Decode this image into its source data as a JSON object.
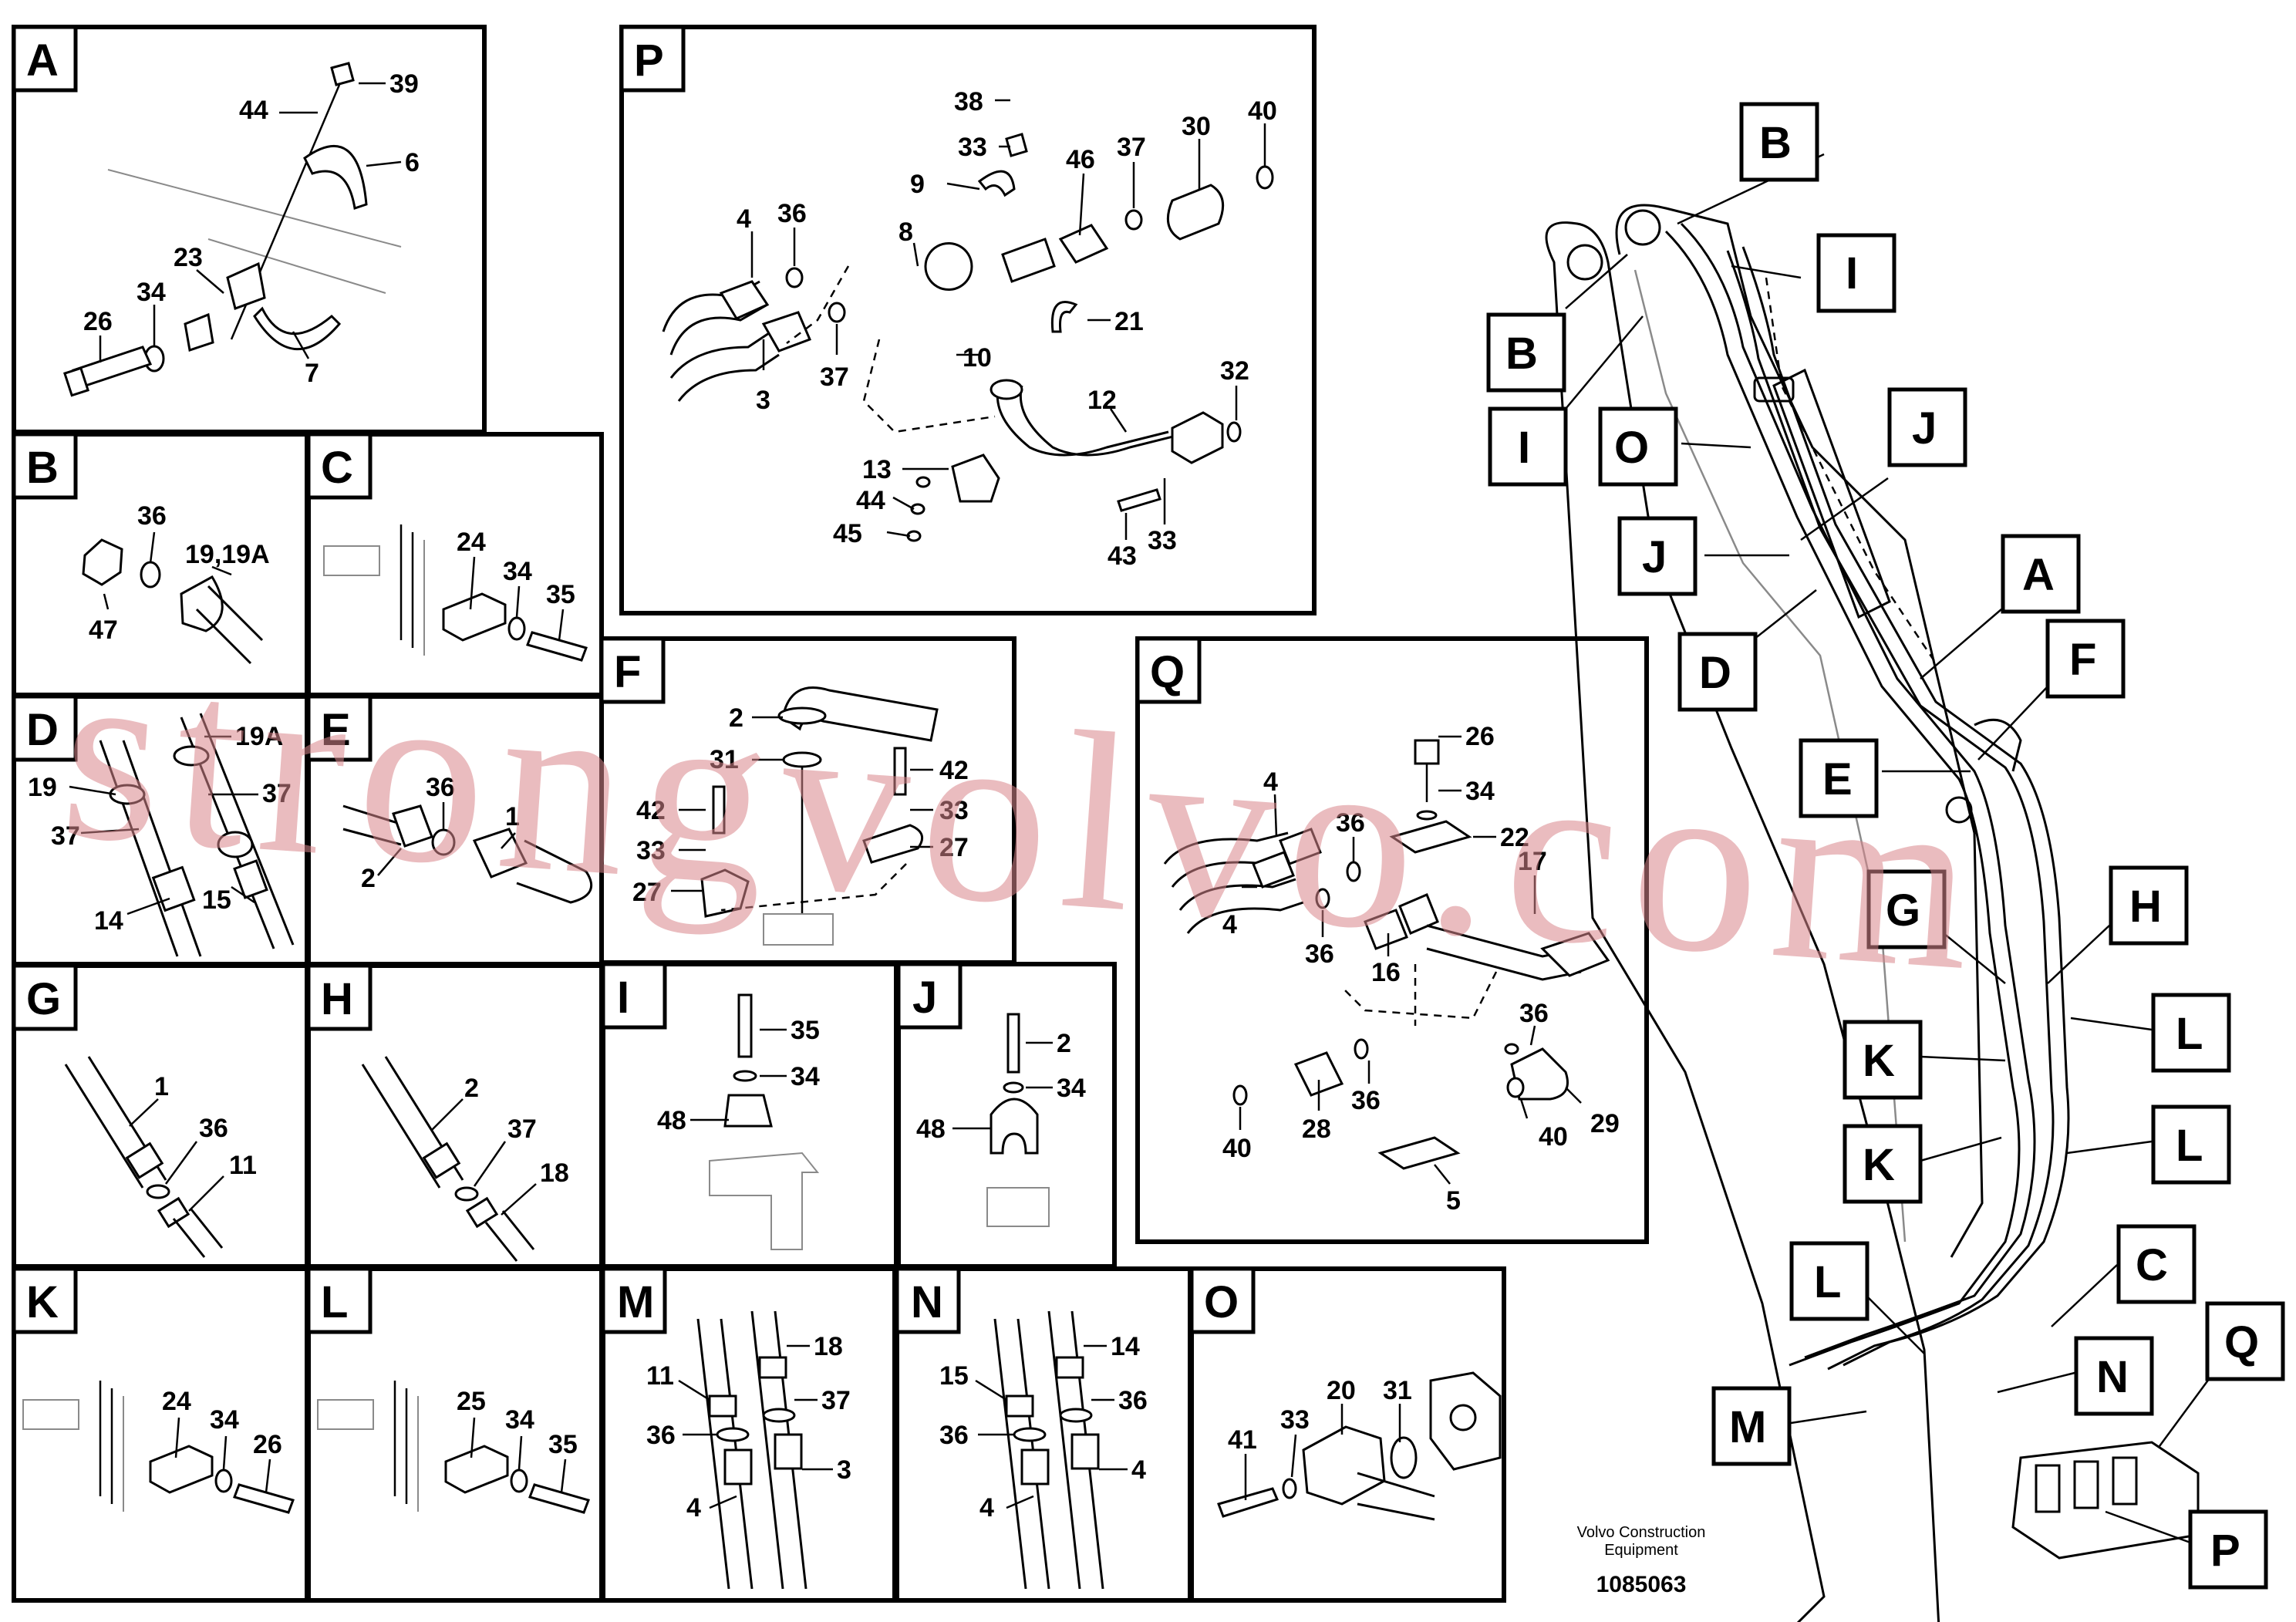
{
  "panels": {
    "A": {
      "tag": "A",
      "numbers": [
        "39",
        "44",
        "6",
        "23",
        "34",
        "26",
        "7"
      ]
    },
    "B": {
      "tag": "B",
      "numbers": [
        "36",
        "19,19A",
        "47"
      ]
    },
    "C": {
      "tag": "C",
      "numbers": [
        "24",
        "34",
        "35"
      ]
    },
    "D": {
      "tag": "D",
      "numbers": [
        "19A",
        "19",
        "37",
        "37",
        "15",
        "14"
      ]
    },
    "E": {
      "tag": "E",
      "numbers": [
        "36",
        "1",
        "2"
      ]
    },
    "F": {
      "tag": "F",
      "numbers": [
        "2",
        "31",
        "42",
        "42",
        "33",
        "33",
        "27",
        "27"
      ]
    },
    "G": {
      "tag": "G",
      "numbers": [
        "1",
        "36",
        "11"
      ]
    },
    "H": {
      "tag": "H",
      "numbers": [
        "2",
        "37",
        "18"
      ]
    },
    "I": {
      "tag": "I",
      "numbers": [
        "35",
        "34",
        "48"
      ]
    },
    "J": {
      "tag": "J",
      "numbers": [
        "2",
        "34",
        "48"
      ]
    },
    "K": {
      "tag": "K",
      "numbers": [
        "24",
        "34",
        "26"
      ]
    },
    "L": {
      "tag": "L",
      "numbers": [
        "25",
        "34",
        "35"
      ]
    },
    "M": {
      "tag": "M",
      "numbers": [
        "18",
        "11",
        "37",
        "36",
        "3",
        "4"
      ]
    },
    "N": {
      "tag": "N",
      "numbers": [
        "14",
        "15",
        "36",
        "36",
        "4",
        "4"
      ]
    },
    "O": {
      "tag": "O",
      "numbers": [
        "20",
        "31",
        "33",
        "41"
      ]
    },
    "P": {
      "tag": "P",
      "numbers": [
        "38",
        "33",
        "9",
        "46",
        "37",
        "30",
        "40",
        "8",
        "4",
        "36",
        "37",
        "3",
        "21",
        "10",
        "12",
        "32",
        "13",
        "44",
        "45",
        "43",
        "33"
      ]
    },
    "Q": {
      "tag": "Q",
      "numbers": [
        "26",
        "34",
        "4",
        "36",
        "22",
        "17",
        "4",
        "36",
        "16",
        "36",
        "40",
        "28",
        "36",
        "40",
        "29",
        "5"
      ]
    }
  },
  "overview_tags": [
    "B",
    "I",
    "B",
    "I",
    "O",
    "J",
    "J",
    "A",
    "D",
    "F",
    "E",
    "G",
    "H",
    "L",
    "K",
    "K",
    "L",
    "C",
    "L",
    "N",
    "M",
    "Q",
    "P"
  ],
  "footer": {
    "company_line1": "Volvo Construction",
    "company_line2": "Equipment",
    "doc_number": "1085063"
  },
  "watermark": "strongvolvo.com"
}
